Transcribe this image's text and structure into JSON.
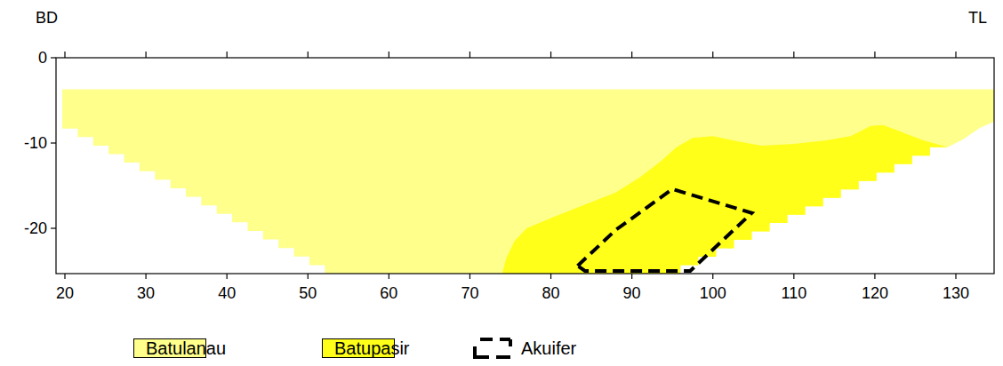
{
  "diagram": {
    "labels": [
      "BD",
      "TL",
      "0",
      "-10",
      "-20",
      "20",
      "30",
      "40",
      "50",
      "60",
      "70",
      "80",
      "90",
      "100",
      "110",
      "120",
      "130"
    ],
    "legend": [
      {
        "text": "Batulanau",
        "color": "#ffff8c"
      },
      {
        "text": "Batupasir",
        "color": "#ffff1a"
      },
      {
        "text": "Akuifer"
      }
    ]
  }
}
